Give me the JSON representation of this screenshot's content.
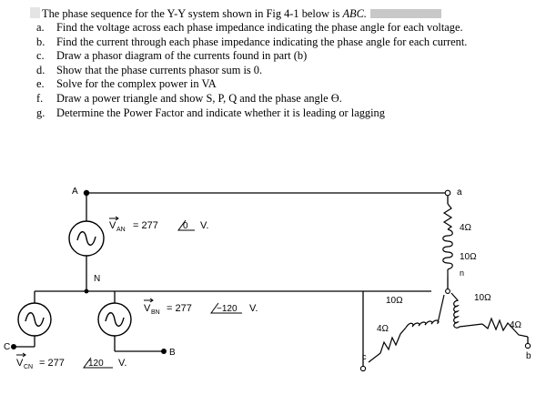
{
  "problem": {
    "intro_text": "The phase sequence for the Y-Y system shown in Fig 4-1 below is ",
    "intro_sequence": "ABC.",
    "parts": [
      {
        "marker": "a.",
        "text": "Find the voltage across each phase impedance indicating the phase angle for each voltage."
      },
      {
        "marker": "b.",
        "text": "Find the current through each phase impedance indicating the phase angle for each current."
      },
      {
        "marker": "c.",
        "text": "Draw a phasor diagram of the currents found in part (b)"
      },
      {
        "marker": "d.",
        "text": "Show that the phase currents phasor sum is 0."
      },
      {
        "marker": "e.",
        "text": "Solve for the complex power in VA"
      },
      {
        "marker": "f.",
        "text": "Draw a power triangle and show S, P, Q and the phase angle ϴ."
      },
      {
        "marker": "g.",
        "text": "Determine the Power Factor and indicate whether it is leading or lagging"
      }
    ]
  },
  "circuit": {
    "nodes": {
      "A": "A",
      "N": "N",
      "C": "C",
      "B": "B",
      "a": "a",
      "n": "n",
      "c": "c",
      "b": "b"
    },
    "sources": {
      "van": {
        "sub": "AN",
        "eq": "= 277",
        "angle": "0",
        "unit": "V."
      },
      "vbn": {
        "sub": "BN",
        "eq": "= 277",
        "angle": "−120",
        "unit": "V."
      },
      "vcn": {
        "sub": "CN",
        "eq": "= 277",
        "angle": "120",
        "unit": "V."
      }
    },
    "loads": {
      "a_inductor": "10Ω",
      "a_resistor": "4Ω",
      "c_inductor": "10Ω",
      "c_resistor": "4Ω",
      "b_inductor": "10Ω",
      "b_resistor": "4Ω"
    }
  }
}
